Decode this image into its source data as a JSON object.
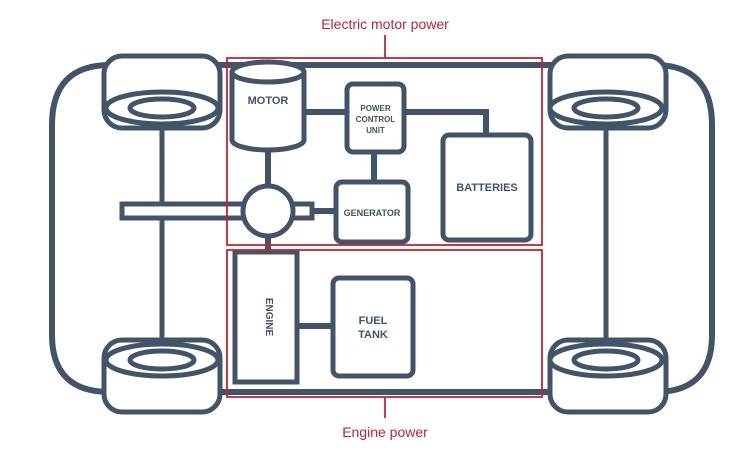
{
  "colors": {
    "outline": "#435468",
    "callout": "#c8232c"
  },
  "callouts": {
    "top": "Electric motor power",
    "bottom": "Engine power"
  },
  "components": {
    "motor": "MOTOR",
    "pcu_line1": "POWER",
    "pcu_line2": "CONTROL",
    "pcu_line3": "UNIT",
    "batteries": "BATTERIES",
    "generator": "GENERATOR",
    "engine": "ENGINE",
    "fuel_line1": "FUEL",
    "fuel_line2": "TANK"
  }
}
